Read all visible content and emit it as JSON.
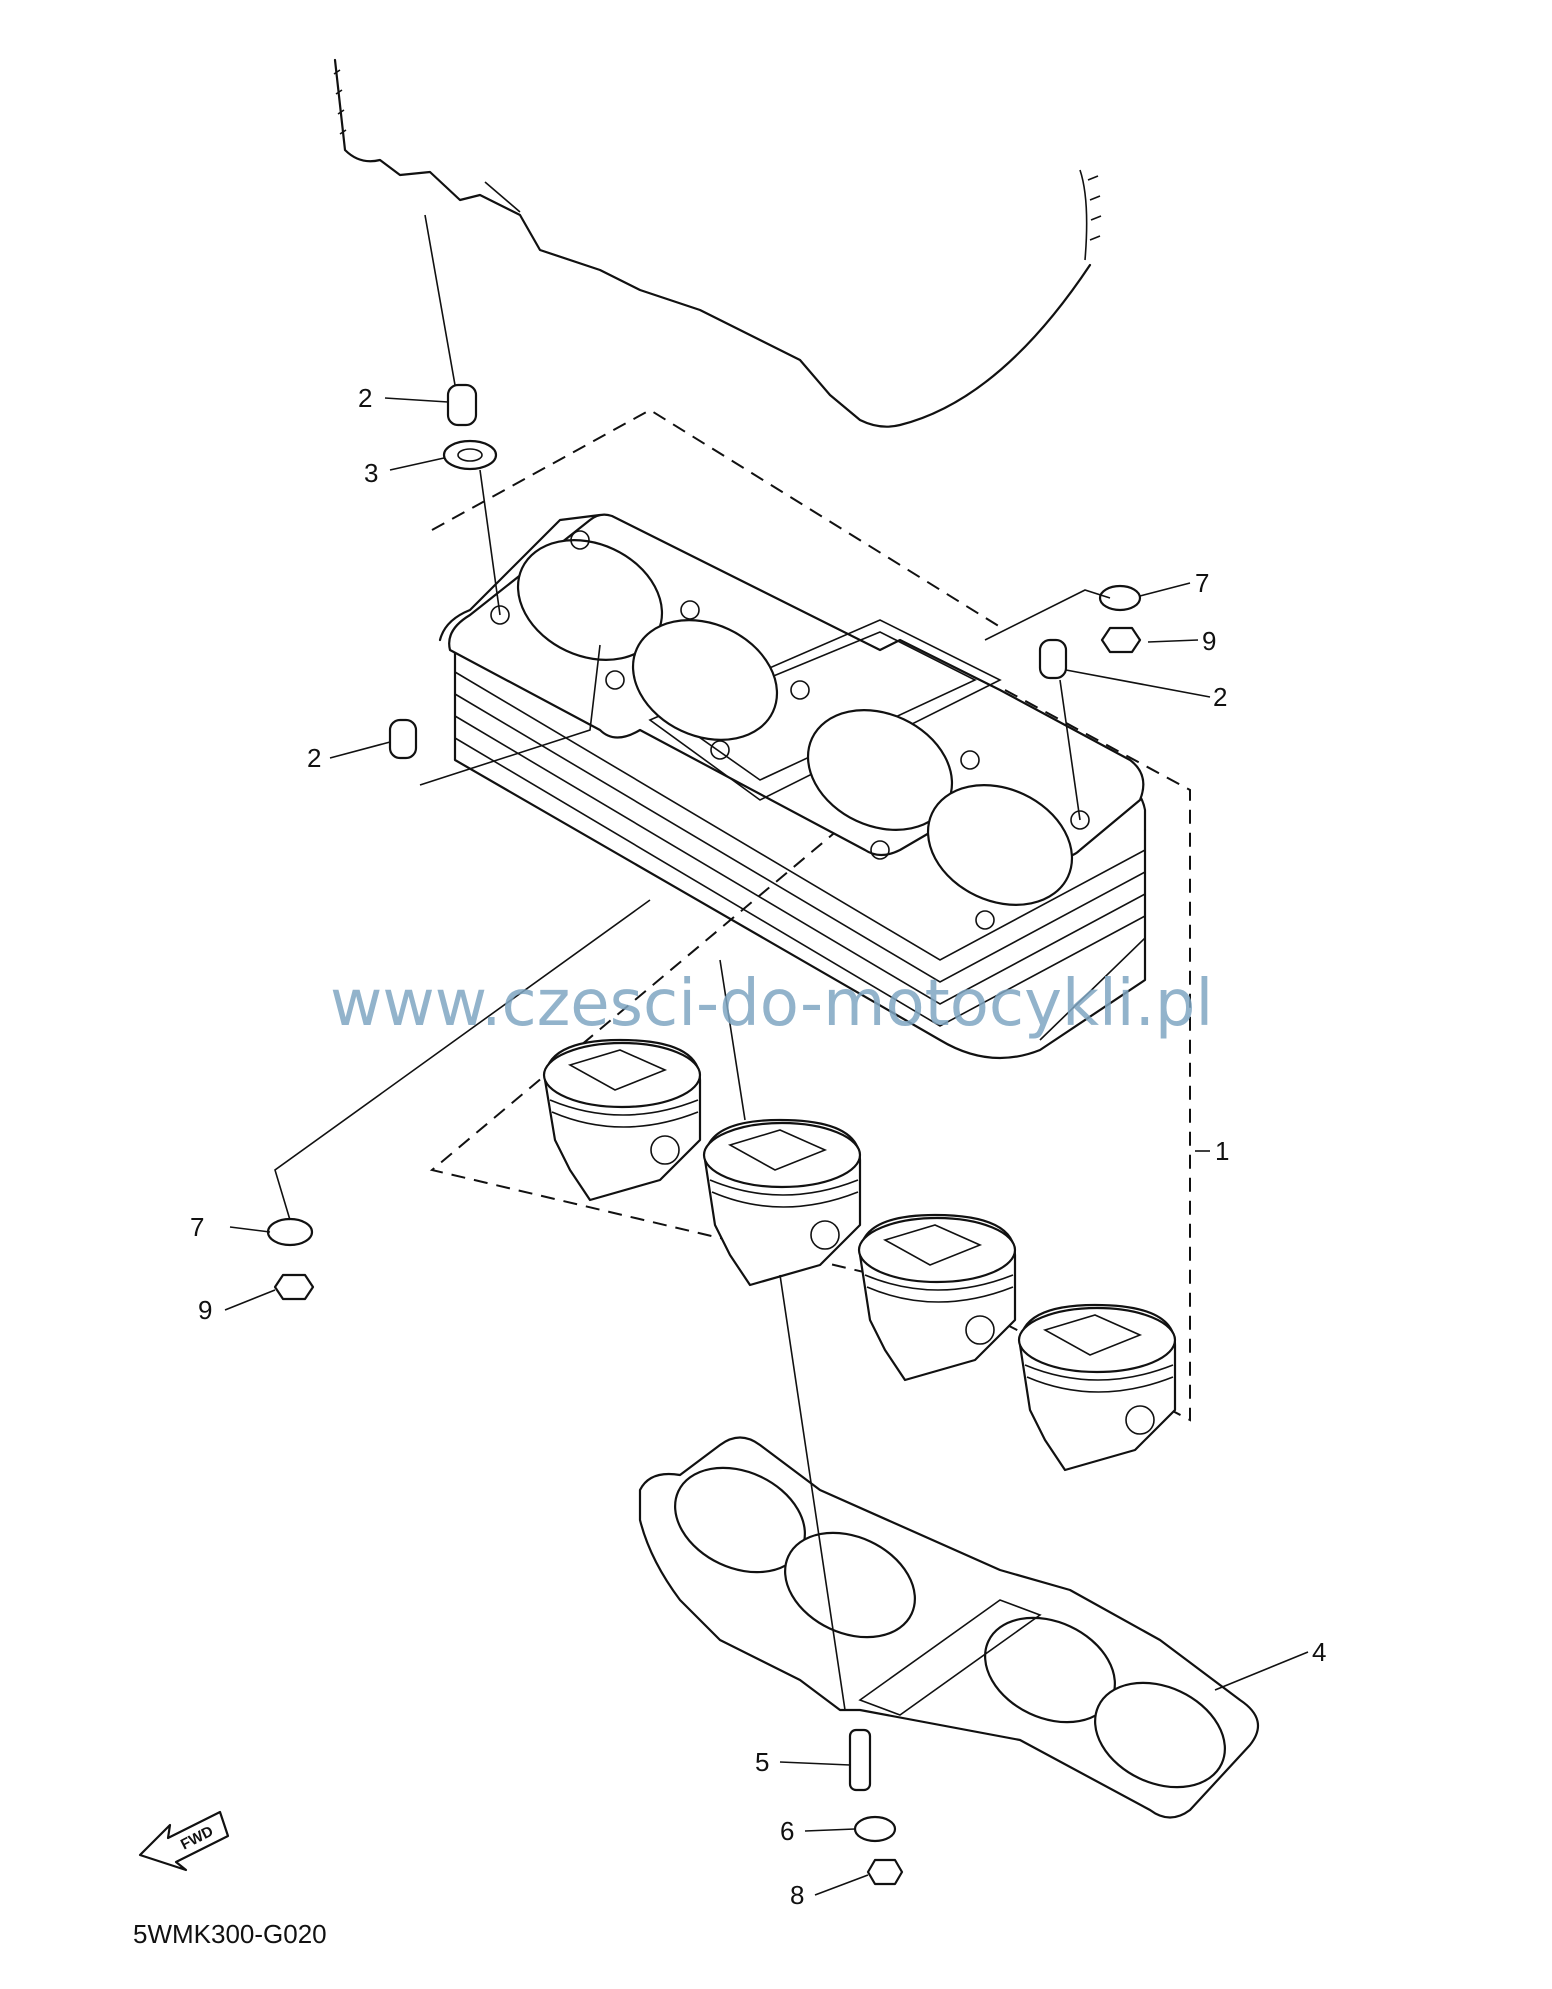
{
  "diagram": {
    "drawing_code": "5WMK300-G020",
    "watermark": "www.czesci-do-motocykli.pl",
    "fwd_label": "FWD",
    "callouts": [
      {
        "id": "c2a",
        "text": "2"
      },
      {
        "id": "c3",
        "text": "3"
      },
      {
        "id": "c7a",
        "text": "7"
      },
      {
        "id": "c9a",
        "text": "9"
      },
      {
        "id": "c2b",
        "text": "2"
      },
      {
        "id": "c2c",
        "text": "2"
      },
      {
        "id": "c1",
        "text": "1"
      },
      {
        "id": "c7b",
        "text": "7"
      },
      {
        "id": "c9b",
        "text": "9"
      },
      {
        "id": "c4",
        "text": "4"
      },
      {
        "id": "c5",
        "text": "5"
      },
      {
        "id": "c6",
        "text": "6"
      },
      {
        "id": "c8",
        "text": "8"
      }
    ]
  }
}
